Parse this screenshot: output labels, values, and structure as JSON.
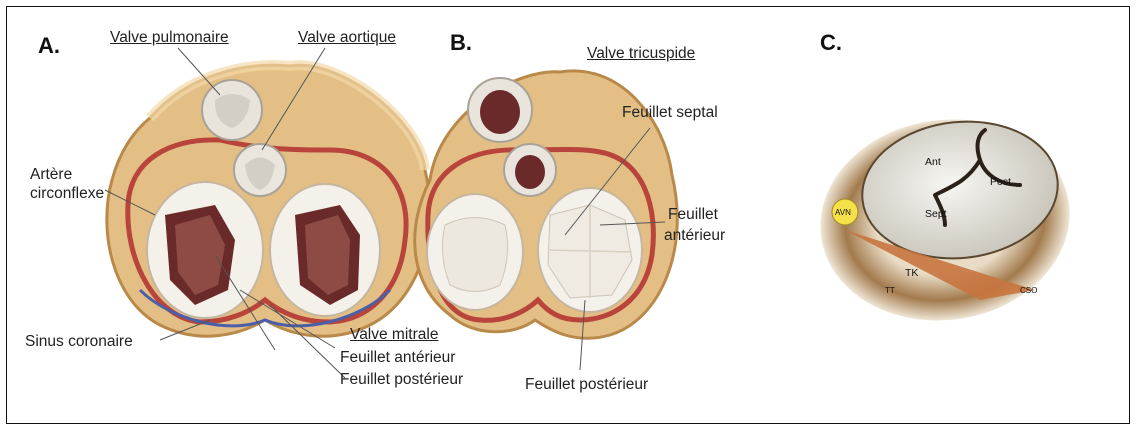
{
  "panels": {
    "a": "A.",
    "b": "B.",
    "c": "C."
  },
  "panel_a": {
    "valve_pulmonary": "Valve pulmonaire",
    "valve_aortic": "Valve aortique",
    "circumflex_line1": "Artère",
    "circumflex_line2": "circonflexe",
    "coronary_sinus": "Sinus coronaire",
    "mitral_valve": "Valve mitrale",
    "anterior_leaflet": "Feuillet antérieur",
    "posterior_leaflet": "Feuillet postérieur"
  },
  "panel_b": {
    "tricuspid_valve": "Valve tricuspide",
    "septal_leaflet": "Feuillet septal",
    "anterior_line1": "Feuillet",
    "anterior_line2": "antérieur",
    "posterior_leaflet": "Feuillet postérieur"
  },
  "panel_c": {
    "ant": "Ant",
    "post": "Post",
    "sept": "Sept",
    "avn": "AVN",
    "tk": "TK",
    "tt": "TT",
    "cso": "CSO"
  },
  "colors": {
    "tissue": "#c98f4a",
    "myocardium": "#e8c9a0",
    "leaflet": "#f2efe8",
    "artery": "#b8443b",
    "vein": "#4a5fa8",
    "triangle": "#c8743e",
    "avn": "#f5e04a"
  }
}
